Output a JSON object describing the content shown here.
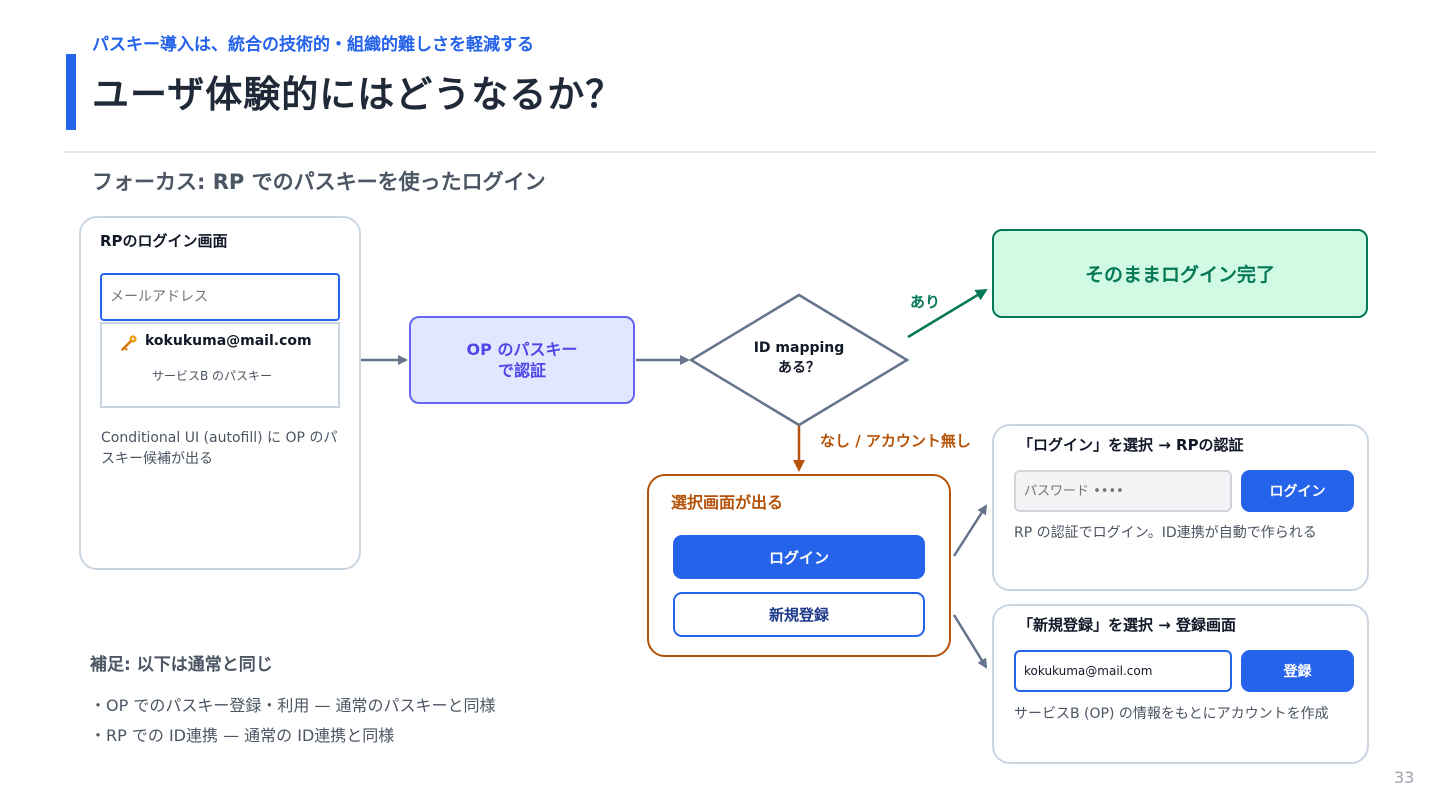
{
  "header": {
    "subtitle": "パスキー導入は、統合の技術的・組織的難しさを軽減する",
    "title": "ユーザ体験的にはどうなるか？"
  },
  "focus": "フォーカス: RP でのパスキーを使ったログイン",
  "rp_panel": {
    "title": "RPのログイン画面",
    "email_placeholder": "メールアドレス",
    "autofill_email": "kokukuma@mail.com",
    "autofill_sub": "サービスB のパスキー",
    "note": "Conditional UI (autofill) に OP のパスキー候補が出る"
  },
  "op_box": {
    "label": "OP のパスキー\nで認証"
  },
  "decision": {
    "label": "ID mapping\nある？"
  },
  "yes_label": "あり",
  "done": {
    "label": "そのままログイン完了"
  },
  "no_label": "なし / アカウント無し",
  "select_box": {
    "title": "選択画面が出る",
    "login_label": "ログイン",
    "register_label": "新規登録"
  },
  "login_panel": {
    "title": "「ログイン」を選択 → RPの認証",
    "password_placeholder": "パスワード ••••",
    "button_label": "ログイン",
    "note": "RP の認証でログイン。ID連携が自動で作られる"
  },
  "register_panel": {
    "title": "「新規登録」を選択 → 登録画面",
    "email_value": "kokukuma@mail.com",
    "button_label": "登録",
    "note": "サービスB (OP) の情報をもとにアカウントを作成"
  },
  "supplement": {
    "title": "補足: 以下は通常と同じ",
    "items": [
      "・OP でのパスキー登録・利用 — 通常のパスキーと同様",
      "・RP での ID連携 — 通常の ID連携と同様"
    ]
  },
  "page_number": "33",
  "colors": {
    "accent": "#2563eb",
    "op_fill": "#e0e7ff",
    "op_border": "#6366f1",
    "success": "#047857",
    "success_fill": "#d1fae5",
    "warning": "#b45309",
    "connector": "#64748b"
  },
  "icons": {
    "key": "key-icon"
  }
}
